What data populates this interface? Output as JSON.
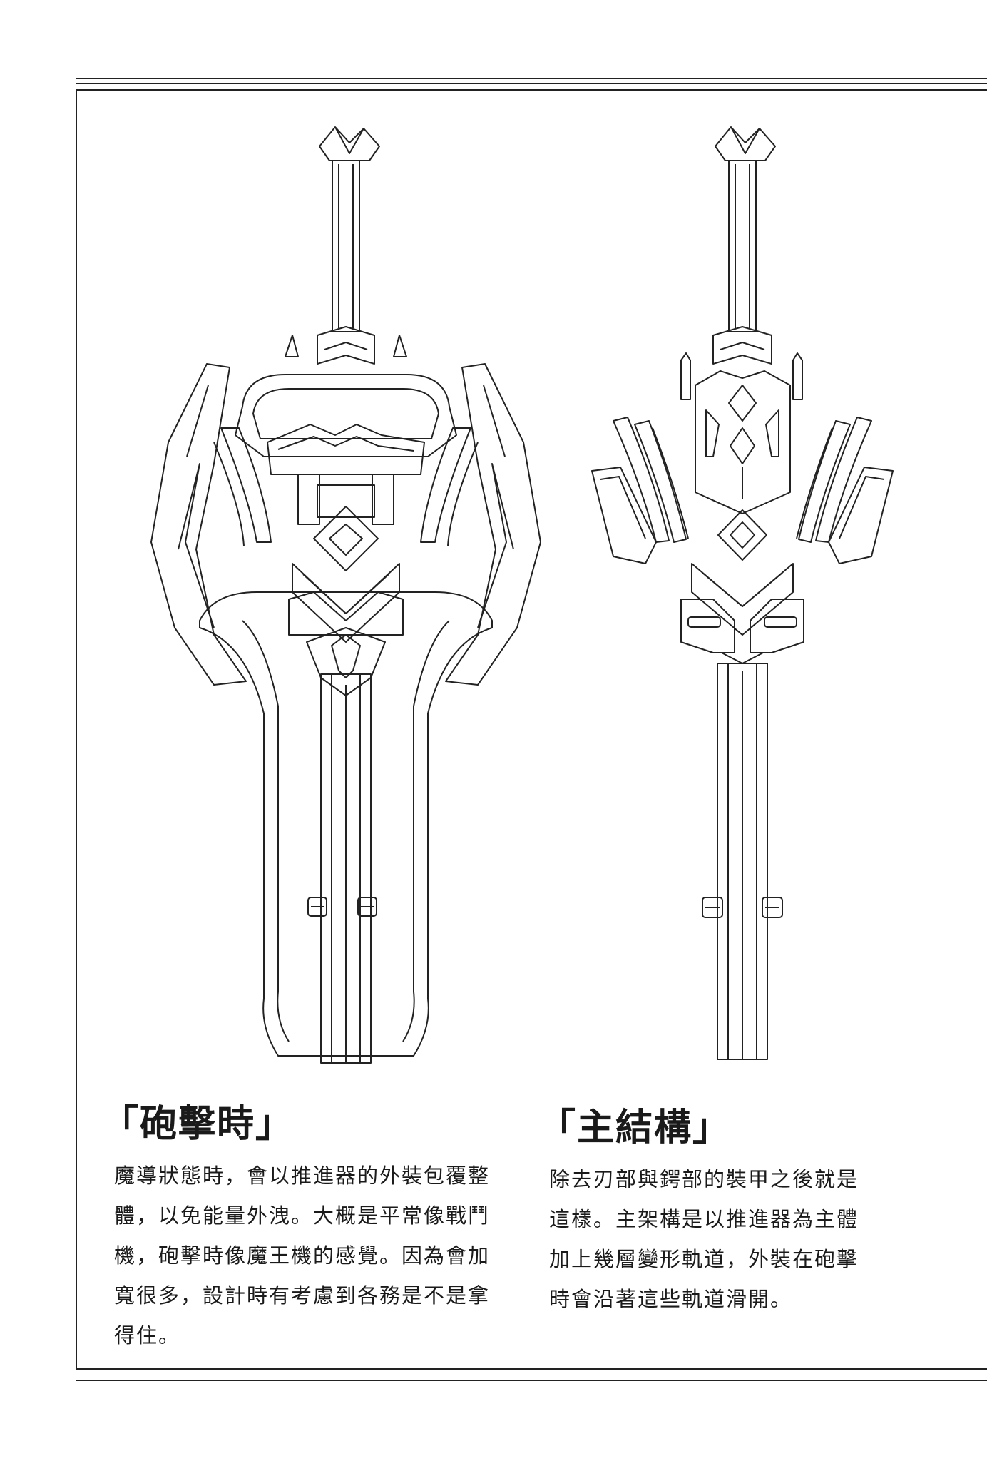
{
  "captions": {
    "left": {
      "title": "「砲擊時」",
      "body": "魔導狀態時，會以推進器的外裝包覆整體，以免能量外洩。大概是平常像戰鬥機，砲擊時像魔王機的感覺。因為會加寬很多，設計時有考慮到各務是不是拿得住。"
    },
    "right": {
      "title": "「主結構」",
      "body": "除去刃部與鍔部的裝甲之後就是這樣。主架構是以推進器為主體加上幾層變形軌道，外裝在砲擊時會沿著這些軌道滑開。"
    }
  },
  "colors": {
    "ink": "#1a1a1a",
    "line": "#222222",
    "paper": "#ffffff"
  }
}
